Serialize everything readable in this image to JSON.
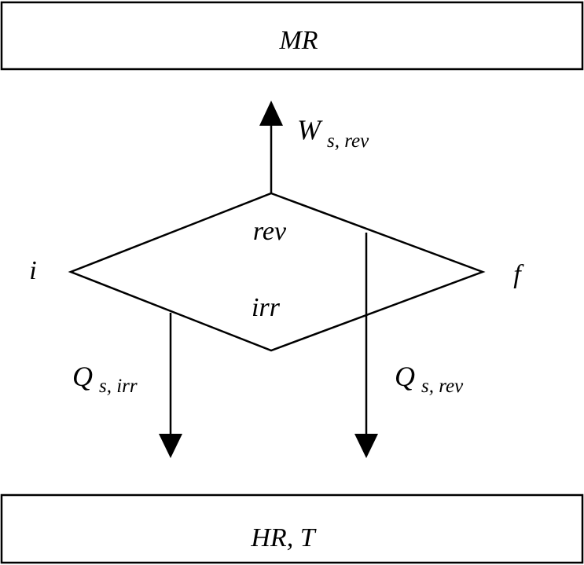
{
  "top_box": {
    "label": "MR"
  },
  "bottom_box": {
    "label": "HR, T"
  },
  "states": {
    "initial": "i",
    "final": "f",
    "upper_path": "rev",
    "lower_path": "irr"
  },
  "work_arrow": {
    "symbol": "W",
    "subscript": "s, rev"
  },
  "heat_arrows": [
    {
      "symbol": "Q",
      "subscript": "s, irr"
    },
    {
      "symbol": "Q",
      "subscript": "s, rev"
    }
  ],
  "colors": {
    "stroke": "#000000",
    "background": "#ffffff"
  }
}
